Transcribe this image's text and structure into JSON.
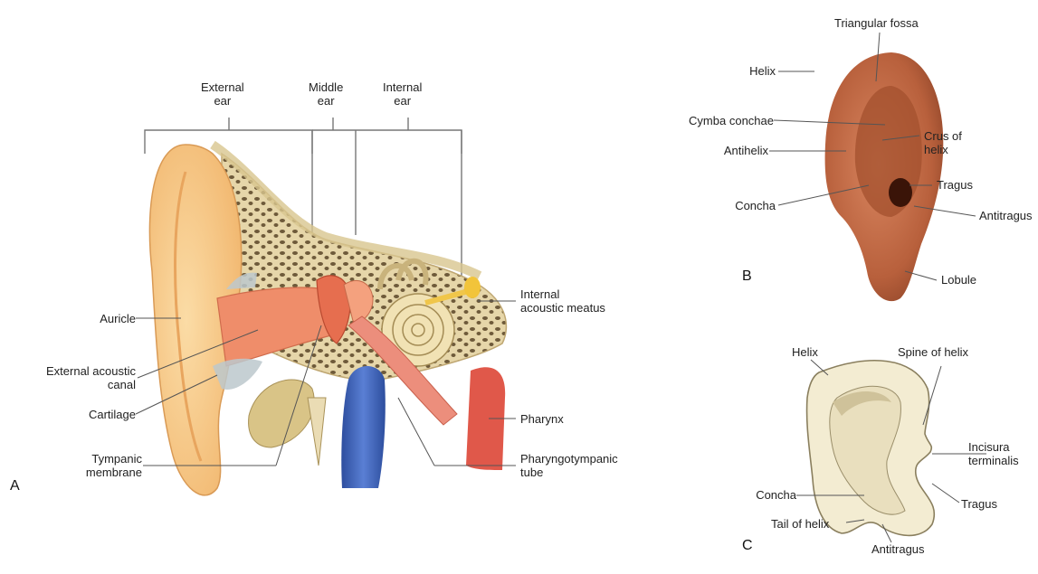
{
  "panel_a": {
    "letter": "A",
    "regions": {
      "external_ear": [
        "External",
        "ear"
      ],
      "middle_ear": [
        "Middle",
        "ear"
      ],
      "internal_ear": [
        "Internal",
        "ear"
      ]
    },
    "labels": {
      "auricle": "Auricle",
      "external_acoustic_canal": [
        "External acoustic",
        "canal"
      ],
      "cartilage": "Cartilage",
      "tympanic_membrane": [
        "Tympanic",
        "membrane"
      ],
      "internal_acoustic_meatus": [
        "Internal",
        "acoustic meatus"
      ],
      "pharynx": "Pharynx",
      "pharyngotympanic_tube": [
        "Pharyngotympanic",
        "tube"
      ]
    }
  },
  "panel_b": {
    "letter": "B",
    "labels": {
      "triangular_fossa": "Triangular fossa",
      "helix": "Helix",
      "cymba_conchae": "Cymba conchae",
      "antihelix": "Antihelix",
      "crus_of_helix": [
        "Crus of",
        "helix"
      ],
      "tragus": "Tragus",
      "concha": "Concha",
      "antitragus": "Antitragus",
      "lobule": "Lobule"
    }
  },
  "panel_c": {
    "letter": "C",
    "labels": {
      "helix": "Helix",
      "spine_of_helix": "Spine of helix",
      "incisura_terminalis": [
        "Incisura",
        "terminalis"
      ],
      "concha": "Concha",
      "tragus": "Tragus",
      "tail_of_helix": "Tail of helix",
      "antitragus": "Antitragus"
    }
  },
  "colors": {
    "skin": "#f7c98a",
    "canal": "#ef8d6a",
    "bone": "#e8d9b0",
    "vein": "#3a5fb8",
    "pharynx": "#e0584a",
    "ear_photo": "#b8603c",
    "cartilage_c": "#f3ecd2",
    "leader": "#555555"
  }
}
